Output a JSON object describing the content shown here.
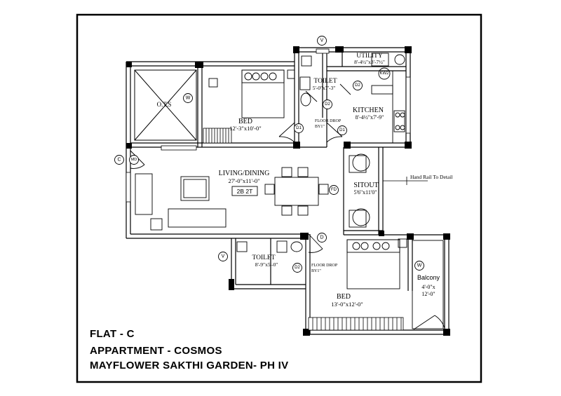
{
  "rooms": {
    "ots": {
      "name": "O.T.S"
    },
    "bed1": {
      "name": "BED",
      "dims": "12'-3\"x10'-0\""
    },
    "toilet1": {
      "name": "TOILET",
      "dims": "5'-0\"x7'-3\""
    },
    "utility": {
      "name": "UTILITY",
      "dims": "8'-4½\"x3'-7½\""
    },
    "kitchen": {
      "name": "KITCHEN",
      "dims": "8'-4½\"x7'-9\""
    },
    "living": {
      "name": "LIVING/DINING",
      "dims": "27'-0\"x11'-0\""
    },
    "sitout": {
      "name": "SITOUT",
      "dims": "5'6\"x11'0\""
    },
    "toilet2": {
      "name": "TOILET",
      "dims": "8'-9\"x5'-0\""
    },
    "bed2": {
      "name": "BED",
      "dims": "13'-0\"x12'-0\""
    },
    "balcony": {
      "name": "Balcony",
      "dims_line1": "4'-0\"x",
      "dims_line2": "12'-0\""
    }
  },
  "unit_tag": "2B 2T",
  "notes": {
    "floor_drop_1_line1": "FLOOR DROP",
    "floor_drop_1_line2": "BY1\"",
    "floor_drop_2_line1": "FLOOR DROP",
    "floor_drop_2_line2": "BY1\"",
    "hand_rail": "Hand Rail To Detail"
  },
  "markers": {
    "v_top": "V",
    "w_ots": "W",
    "kw2": "KW2",
    "d2_toilet": "D2",
    "d2_kitchen": "D2",
    "d1_bed": "D1",
    "d1_kitchen": "D1",
    "c": "C",
    "md": "MD",
    "fd": "FD",
    "v_bottom": "V",
    "d_bottom": "D",
    "d2_bottom": "D2",
    "w_balcony": "W"
  },
  "captions": {
    "line1": "FLAT - C",
    "line2": "APPARTMENT - COSMOS",
    "line3": "MAYFLOWER SAKTHI GARDEN- PH IV"
  }
}
